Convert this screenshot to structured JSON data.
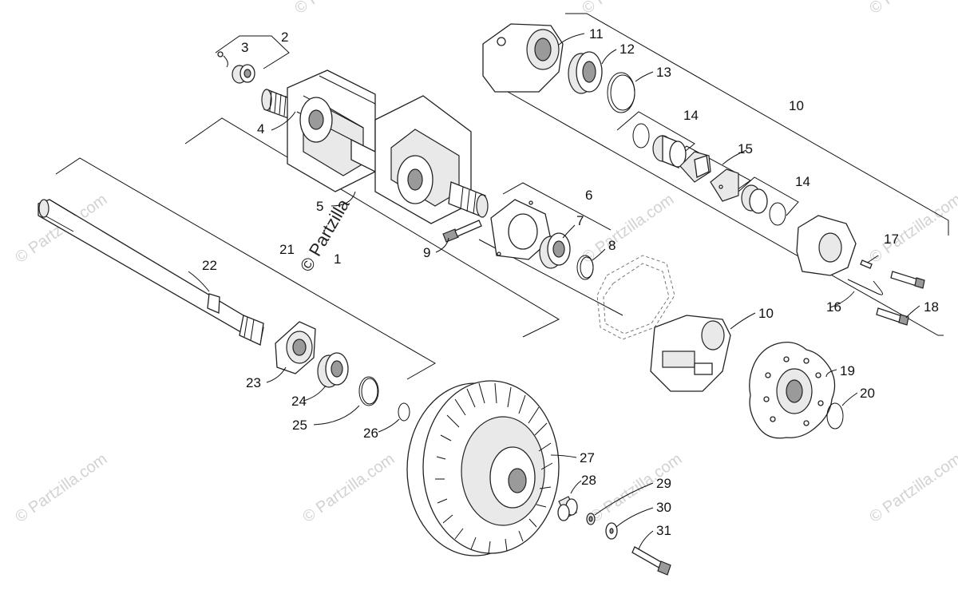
{
  "diagram": {
    "callouts": [
      "1",
      "2",
      "3",
      "4",
      "5",
      "6",
      "7",
      "8",
      "9",
      "10",
      "10",
      "11",
      "12",
      "13",
      "14",
      "14",
      "15",
      "16",
      "17",
      "18",
      "19",
      "20",
      "21",
      "22",
      "23",
      "24",
      "25",
      "26",
      "27",
      "28",
      "29",
      "30",
      "31"
    ],
    "watermark_main": "© Partzilla",
    "watermark_site": "© Partzilla.com",
    "line_color": "#111111",
    "watermark_color": "#d2d2d2"
  }
}
